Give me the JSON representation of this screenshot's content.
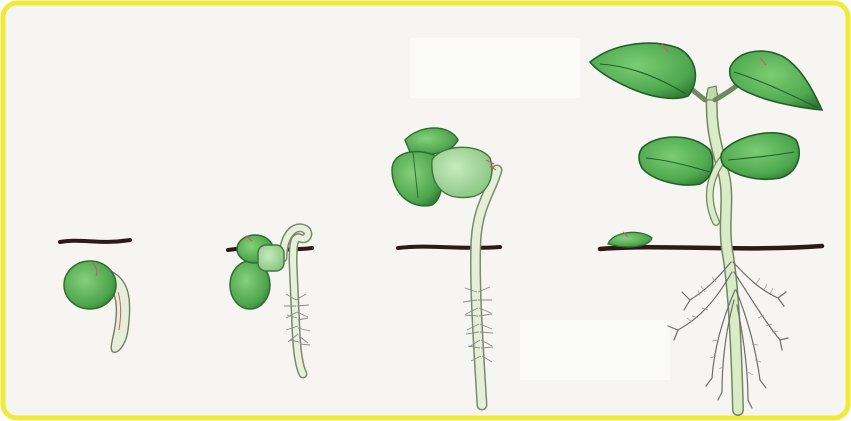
{
  "figure": {
    "kind": "bean seed germination stages",
    "stages": [
      {
        "id": 1,
        "icon": "seed-with-radicle-icon"
      },
      {
        "id": 2,
        "icon": "hypocotyl-hook-icon"
      },
      {
        "id": 3,
        "icon": "emerging-seedling-icon"
      },
      {
        "id": 4,
        "icon": "young-plant-with-leaves-icon"
      }
    ],
    "colors": {
      "border": "#f2ea3a",
      "background": "#f7f5f1",
      "soil": "#2b1a16",
      "leaf": "#5cb65a",
      "leaf_dark": "#2f7a34",
      "stem": "#dbe9c3",
      "root": "#8a8a8a"
    }
  }
}
